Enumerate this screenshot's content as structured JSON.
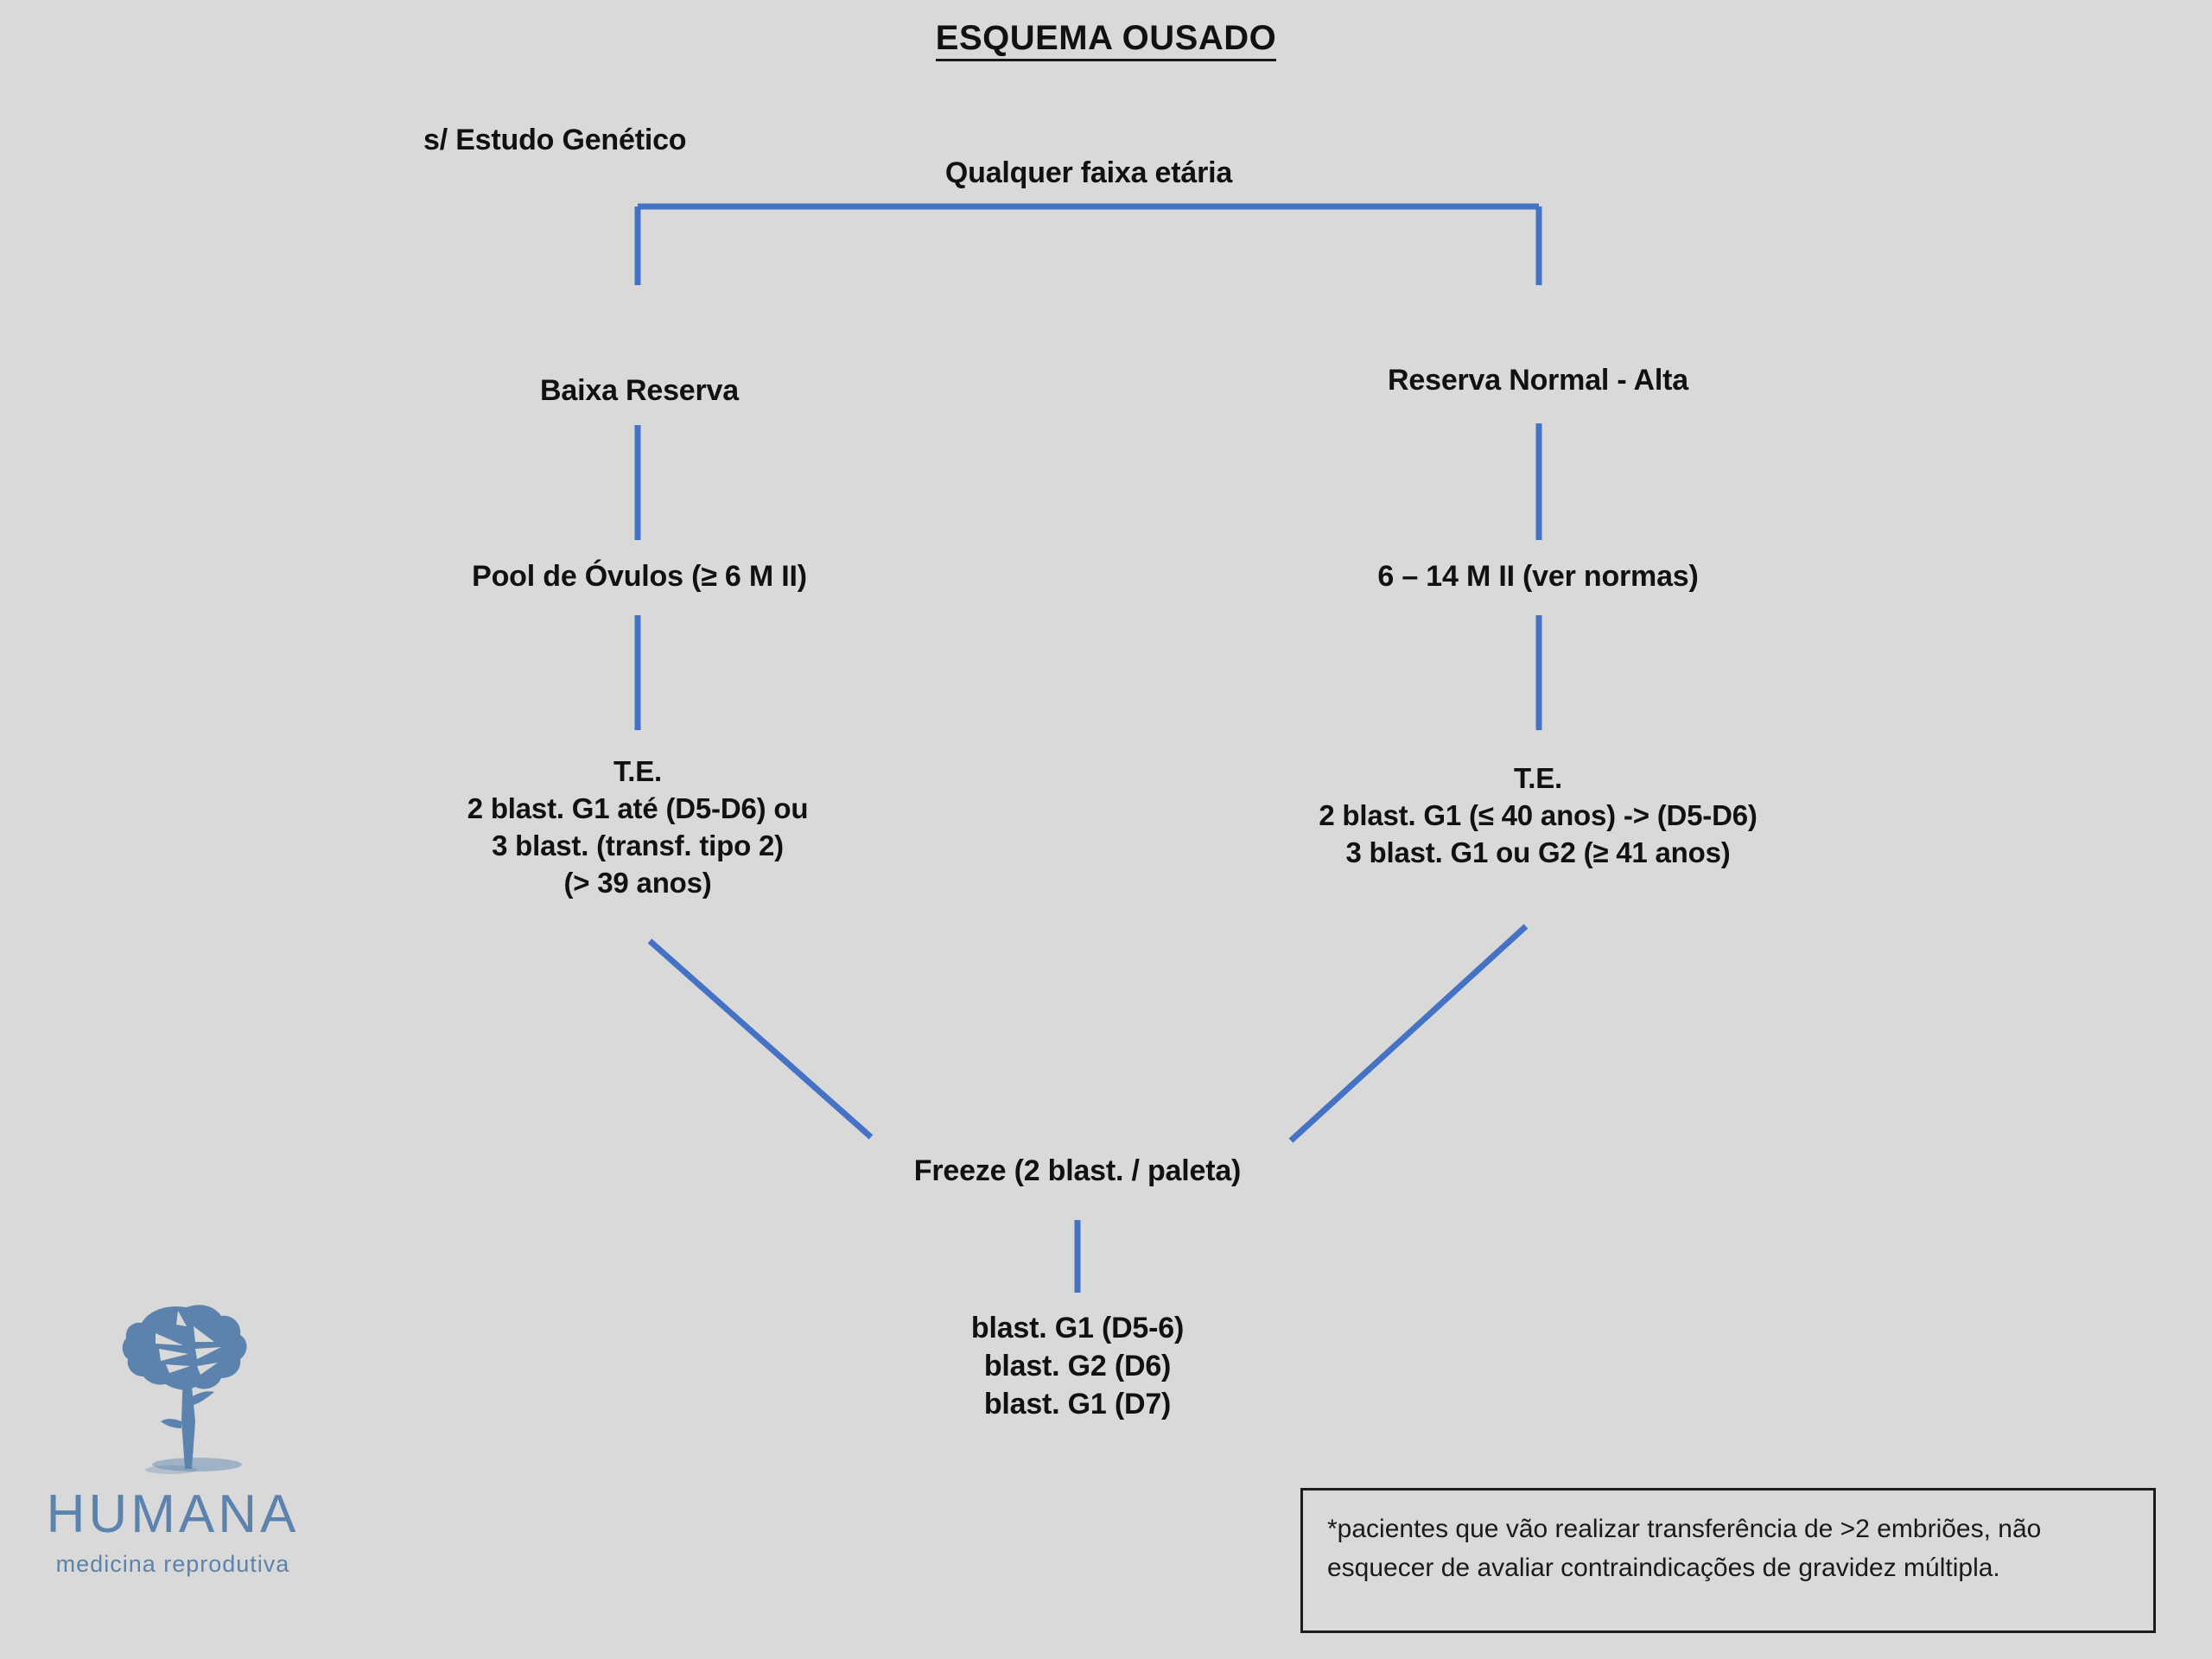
{
  "page": {
    "background_color": "#d9d9d9",
    "line_color": "#4472c4",
    "text_color": "#111111",
    "logo_color": "#5b83ad"
  },
  "title": "ESQUEMA OUSADO",
  "nodes": {
    "genetic_study": "s/ Estudo Genético",
    "age_range": "Qualquer faixa etária",
    "left_branch_label": "Baixa Reserva",
    "right_branch_label": "Reserva Normal - Alta",
    "left_pool": "Pool de Óvulos (≥ 6 M II)",
    "right_pool": "6 – 14 M II (ver normas)",
    "left_te": "T.E.\n2 blast. G1 até (D5-D6) ou\n3 blast. (transf. tipo 2)\n(> 39 anos)",
    "right_te": "T.E.\n2 blast. G1 (≤ 40 anos) -> (D5-D6)\n3 blast. G1 ou G2 (≥ 41 anos)",
    "freeze": "Freeze (2 blast. / paleta)",
    "blast_list": "blast. G1 (D5-6)\nblast. G2 (D6)\nblast. G1 (D7)"
  },
  "note": "*pacientes que vão realizar transferência de >2 embriões, não esquecer de avaliar contraindicações de gravidez múltipla.",
  "logo": {
    "name": "HUMANA",
    "tagline": "medicina reprodutiva"
  }
}
